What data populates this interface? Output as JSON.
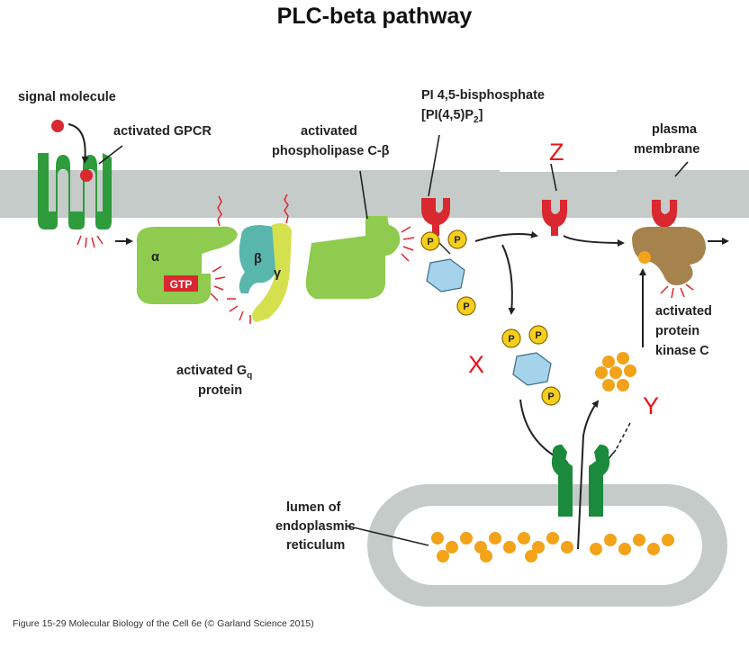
{
  "title": "PLC-beta pathway",
  "labels": {
    "signal_molecule": "signal molecule",
    "activated_gpcr": "activated GPCR",
    "activated_plc_1": "activated",
    "activated_plc_2": "phospholipase C-β",
    "pip2_1": "PI 4,5-bisphosphate",
    "pip2_2": "[PI(4,5)P",
    "pip2_sub": "2",
    "pip2_end": "]",
    "plasma_1": "plasma",
    "plasma_2": "membrane",
    "gq_1": "activated G",
    "gq_sub": "q",
    "gq_2": "protein",
    "alpha": "α",
    "beta": "β",
    "gamma": "γ",
    "gtp": "GTP",
    "phosphate": "P",
    "pkc_1": "activated",
    "pkc_2": "protein",
    "pkc_3": "kinase C",
    "er_1": "lumen of",
    "er_2": "endoplasmic",
    "er_3": "reticulum"
  },
  "markers": {
    "x": "X",
    "y": "Y",
    "z": "Z"
  },
  "caption": "Figure 15-29 Molecular Biology of the Cell 6e (© Garland Science 2015)",
  "colors": {
    "membrane": "#c5cbc8",
    "gpcr": "#2e9c3c",
    "gq_protein": "#8ecb4f",
    "beta_subunit": "#58b6ad",
    "gamma_subunit": "#d4e04e",
    "gtp_box": "#d9282f",
    "lipid_head": "#d9282f",
    "phosphate": "#f6cf1e",
    "inositol_ring": "#a5d3ec",
    "pkc": "#a6824c",
    "calcium": "#f2a31a",
    "channel": "#1b8a3c",
    "marker_text": "#e8151b"
  }
}
